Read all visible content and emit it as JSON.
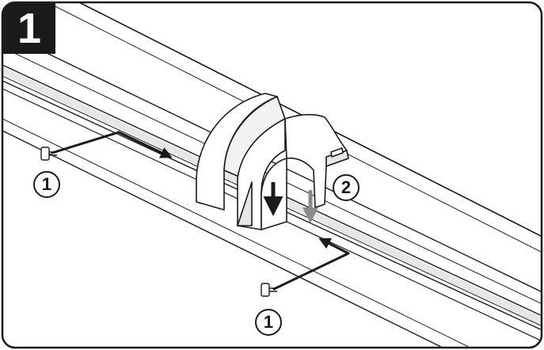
{
  "step": {
    "number": "1"
  },
  "callouts": [
    {
      "id": "left-screw",
      "label": "1"
    },
    {
      "id": "end-cap",
      "label": "2"
    },
    {
      "id": "bottom-screw",
      "label": "1"
    }
  ],
  "colors": {
    "line": "#1a1a1a",
    "fill": "#ffffff",
    "shade": "#e6e6e6",
    "badge": "#1a1a1a"
  }
}
